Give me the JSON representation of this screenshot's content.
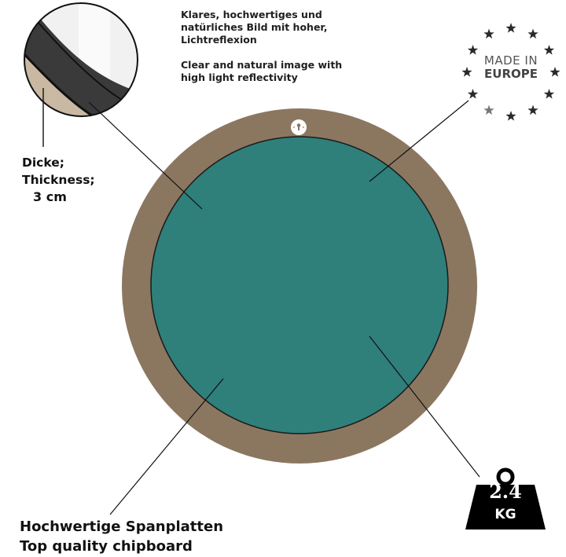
{
  "description": {
    "de": "Klares, hochwertiges und natürliches Bild mit hoher, Lichtreflexion",
    "de_lines": [
      "Klares, hochwertiges und",
      "natürliches Bild mit hoher,",
      "Lichtreflexion"
    ],
    "en_lines": [
      "Clear and natural image with",
      "high light reflectivity"
    ]
  },
  "thickness": {
    "label_de": "Dicke;",
    "label_en": "Thickness;",
    "value": "3 cm"
  },
  "material": {
    "de": "Hochwertige Spanplatten",
    "en": "Top quality chipboard"
  },
  "badge": {
    "line1": "MADE IN",
    "line2": "EUROPE",
    "icon": "eu-stars-circle-icon"
  },
  "weight": {
    "value": "2.4",
    "unit": "KG",
    "icon": "kettlebell-weight-icon"
  },
  "colors": {
    "frame": "#8b7760",
    "mirror": "#2f7f7b",
    "outline": "#1a1a1a",
    "text": "#1a1a1a",
    "background": "#ffffff"
  },
  "hanger_icon": "keyhole-hanger-icon"
}
